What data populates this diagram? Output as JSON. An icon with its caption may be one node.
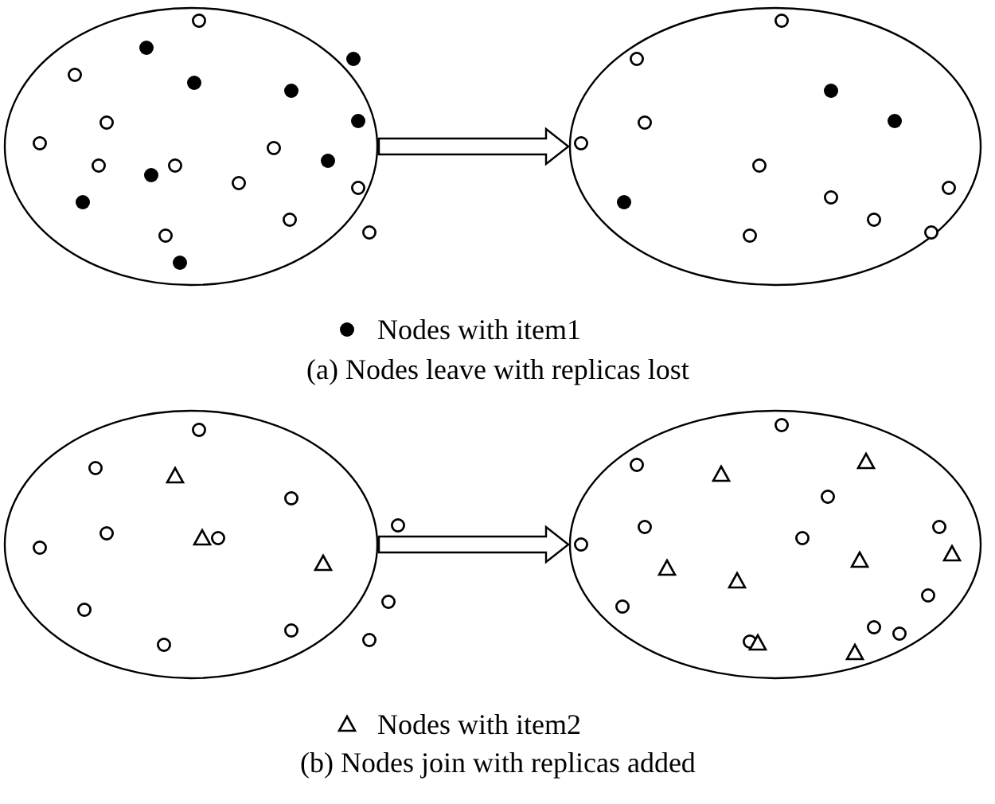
{
  "diagram": {
    "nodes": [
      {
        "text": [],
        "shape": "ellipse"
      },
      {
        "text": [],
        "shape": "ellipse"
      },
      {
        "text": [],
        "shape": "ellipse"
      },
      {
        "text": [],
        "shape": "ellipse"
      }
    ],
    "edges": [
      {
        "from": 0,
        "to": 1,
        "arrow": "to"
      },
      {
        "from": 2,
        "to": 3,
        "arrow": "to"
      }
    ],
    "labels": [
      "(a) Nodes leave with replicas lost",
      "(b) Nodes join with replicas added"
    ],
    "legend": [
      {
        "text": "Nodes with item1"
      },
      {
        "text": "Nodes with item2"
      }
    ]
  }
}
